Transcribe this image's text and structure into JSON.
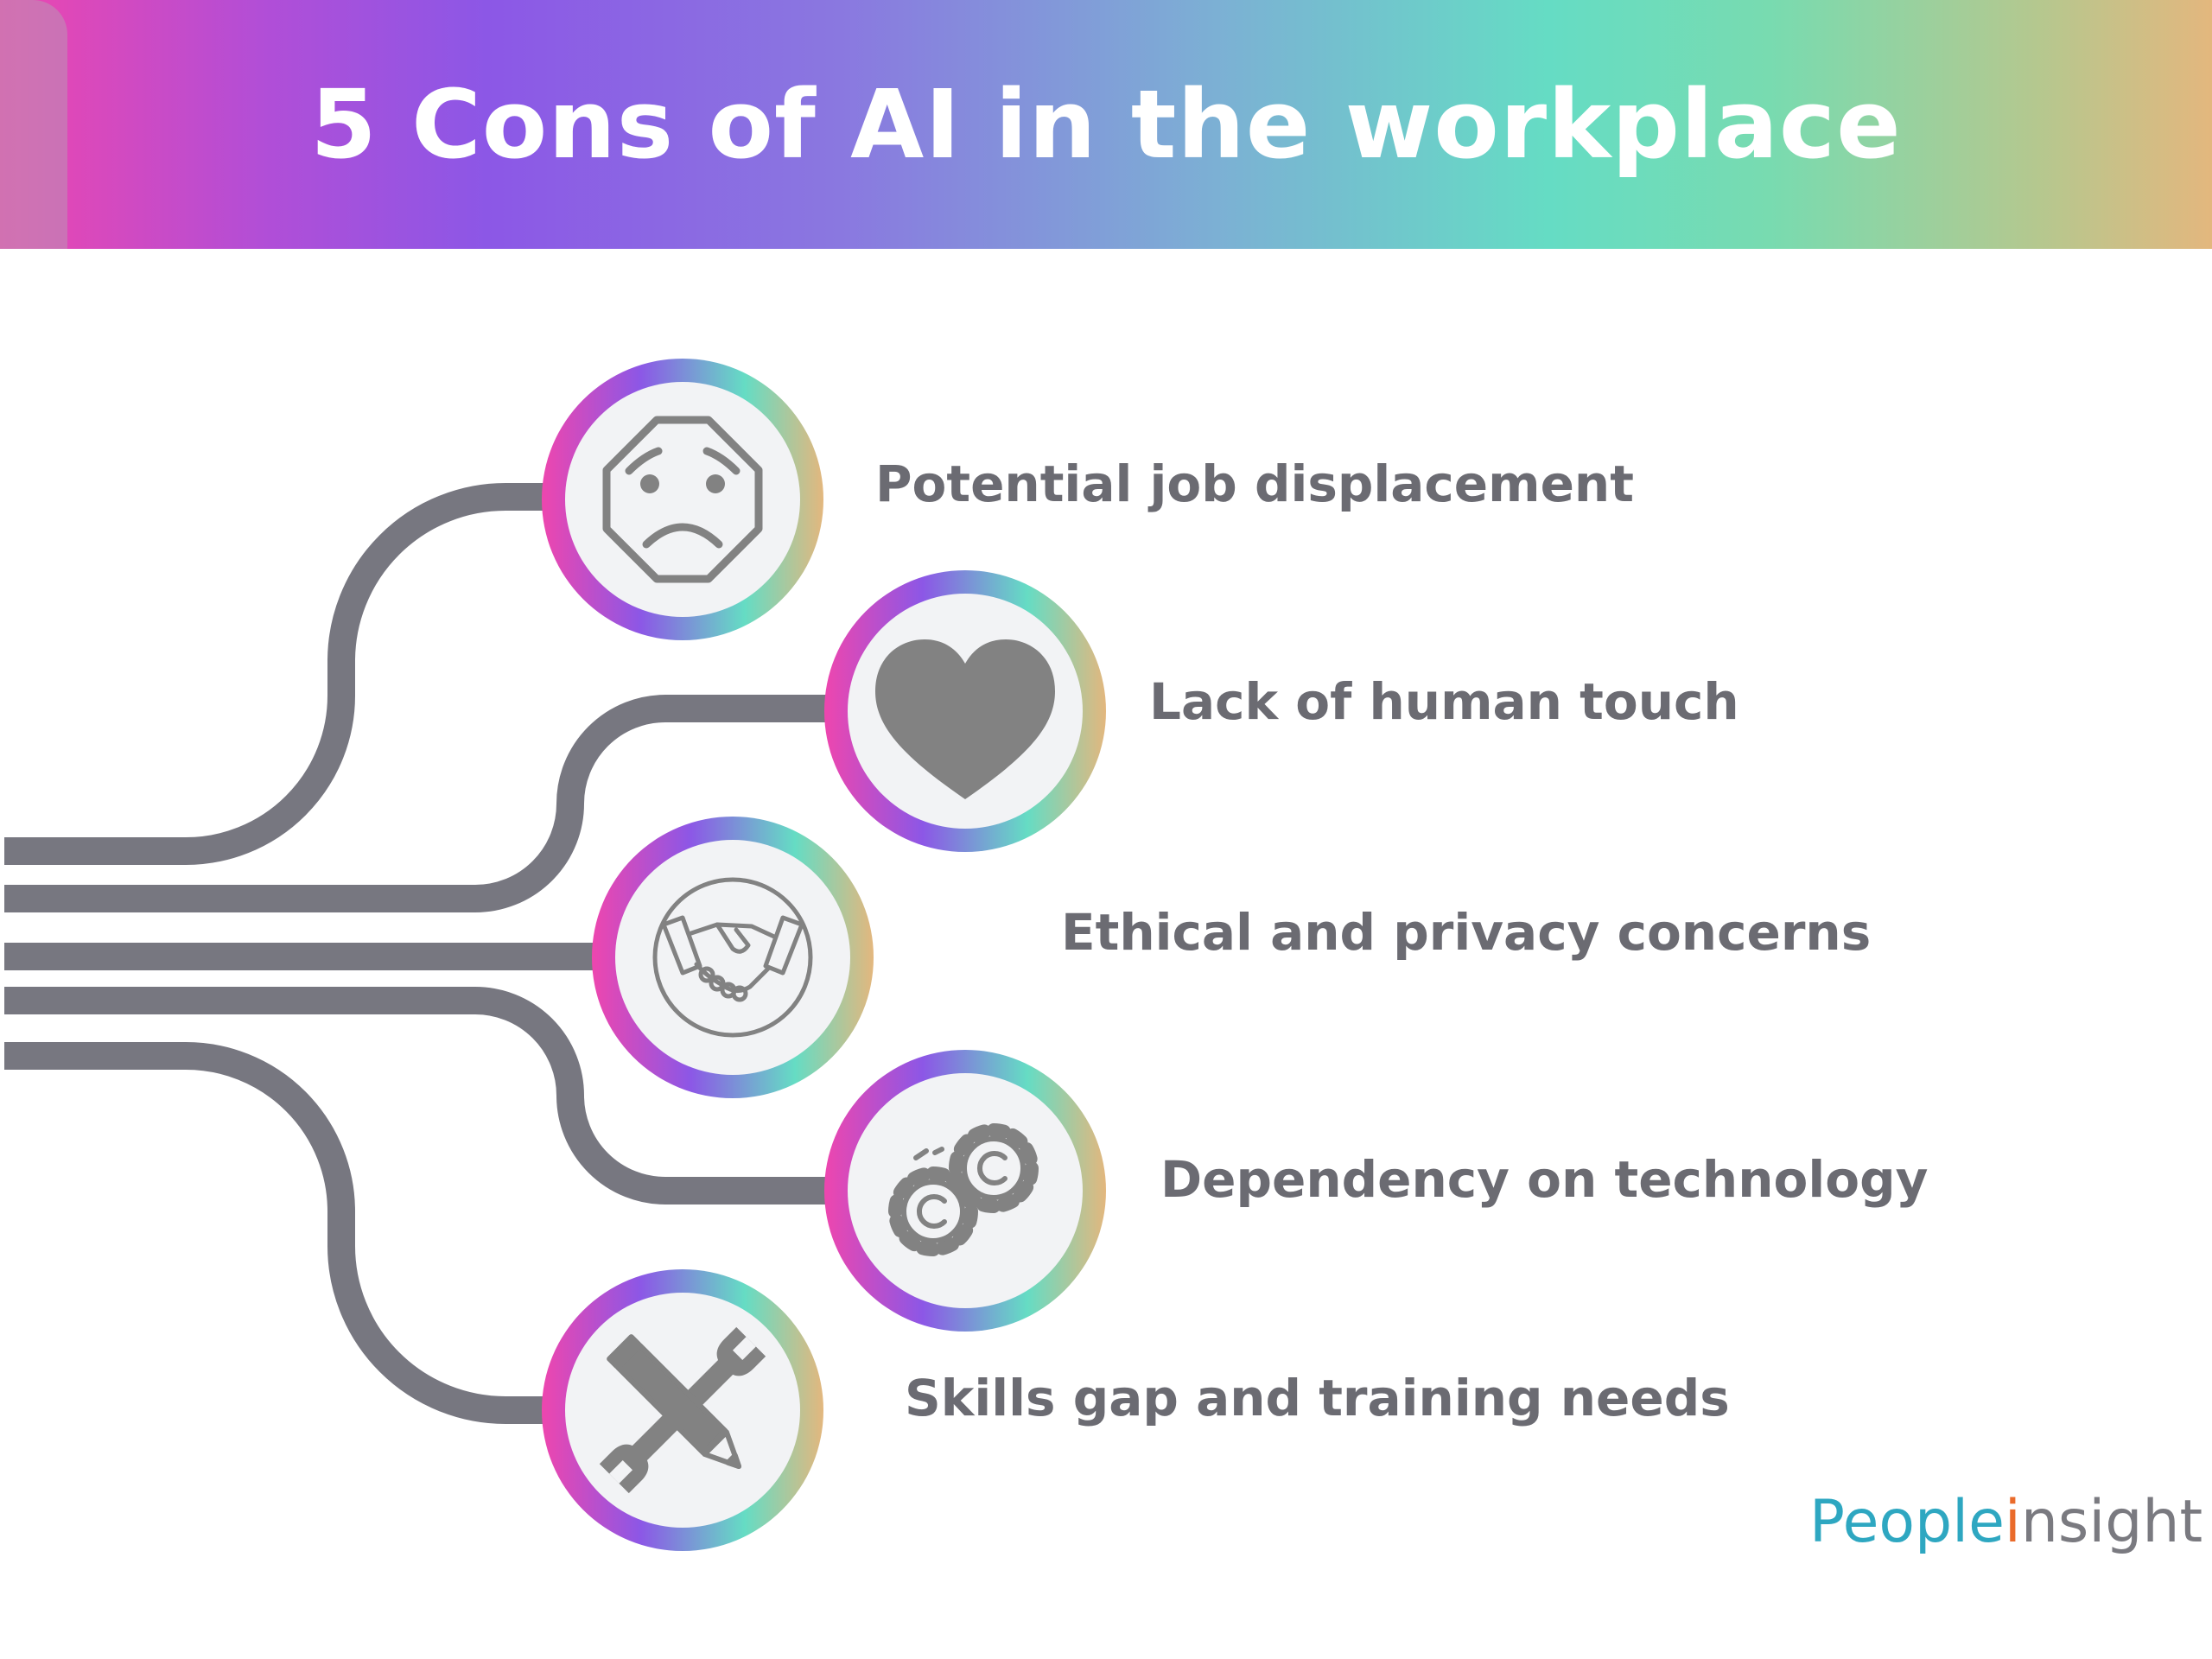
{
  "title": "5 Cons of AI in the workplace",
  "colors": {
    "connector": "#777780",
    "icon": "#828282",
    "label_text": "#6b6b72",
    "node_fill": "#f2f3f5",
    "ring_gradient": [
      "#ee46ae",
      "#8c57e6",
      "#65dcc4",
      "#e3b77e"
    ]
  },
  "items": [
    {
      "label": "Potential job displacement",
      "icon": "worried-face-icon"
    },
    {
      "label": "Lack of human touch",
      "icon": "heart-icon"
    },
    {
      "label": "Ethical and privacy concerns",
      "icon": "handshake-icon"
    },
    {
      "label": "Dependency on technology",
      "icon": "gears-icon"
    },
    {
      "label": "Skills gap and training needs",
      "icon": "wrench-pencil-icon"
    }
  ],
  "logo": {
    "part1": "People",
    "mark": "i",
    "part2": "nsight"
  }
}
